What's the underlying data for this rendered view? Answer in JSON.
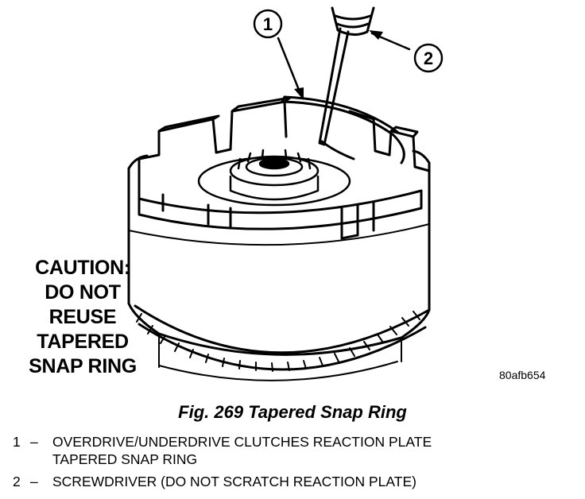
{
  "figure": {
    "code": "80afb654",
    "title": "Fig. 269 Tapered Snap Ring"
  },
  "caution": [
    "CAUTION:",
    "DO NOT",
    "REUSE",
    "TAPERED",
    "SNAP RING"
  ],
  "callouts": [
    "1",
    "2"
  ],
  "legend": [
    {
      "number": "1",
      "dash": "–",
      "text": "OVERDRIVE/UNDERDRIVE CLUTCHES REACTION PLATE\nTAPERED SNAP RING"
    },
    {
      "number": "2",
      "dash": "–",
      "text": "SCREWDRIVER (DO NOT SCRATCH REACTION PLATE)"
    }
  ]
}
